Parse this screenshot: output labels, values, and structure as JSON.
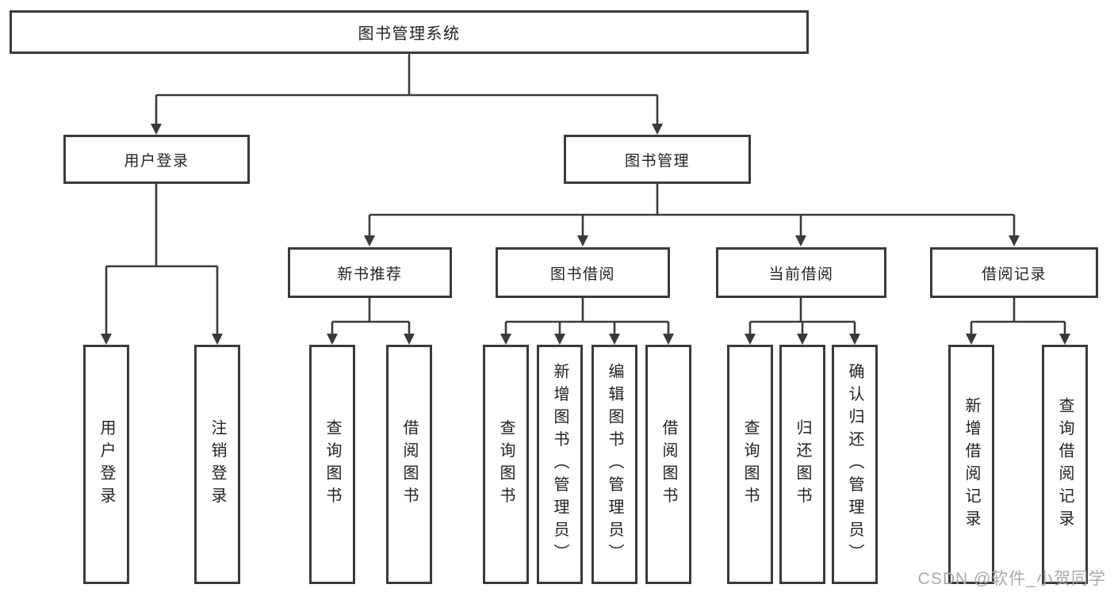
{
  "tree": {
    "root": {
      "label": "图书管理系统"
    },
    "branches": [
      {
        "label": "用户登录",
        "children": [
          {
            "label": "用户登录"
          },
          {
            "label": "注销登录"
          }
        ]
      },
      {
        "label": "图书管理",
        "children": [
          {
            "label": "新书推荐",
            "children": [
              {
                "label": "查询图书"
              },
              {
                "label": "借阅图书"
              }
            ]
          },
          {
            "label": "图书借阅",
            "children": [
              {
                "label": "查询图书"
              },
              {
                "label": "新增图书（管理员）"
              },
              {
                "label": "编辑图书（管理员）"
              },
              {
                "label": "借阅图书"
              }
            ]
          },
          {
            "label": "当前借阅",
            "children": [
              {
                "label": "查询图书"
              },
              {
                "label": "归还图书"
              },
              {
                "label": "确认归还（管理员）"
              }
            ]
          },
          {
            "label": "借阅记录",
            "children": [
              {
                "label": "新增借阅记录"
              },
              {
                "label": "查询借阅记录"
              }
            ]
          }
        ]
      }
    ]
  },
  "watermark": {
    "text": "CSDN @软件_小贺同学"
  },
  "colors": {
    "line": "#3a3a3a",
    "box_border": "#3a3a3a",
    "box_background": "#ffffff",
    "text": "#222222",
    "background": "#ffffff",
    "watermark": "#a9a9a9"
  }
}
